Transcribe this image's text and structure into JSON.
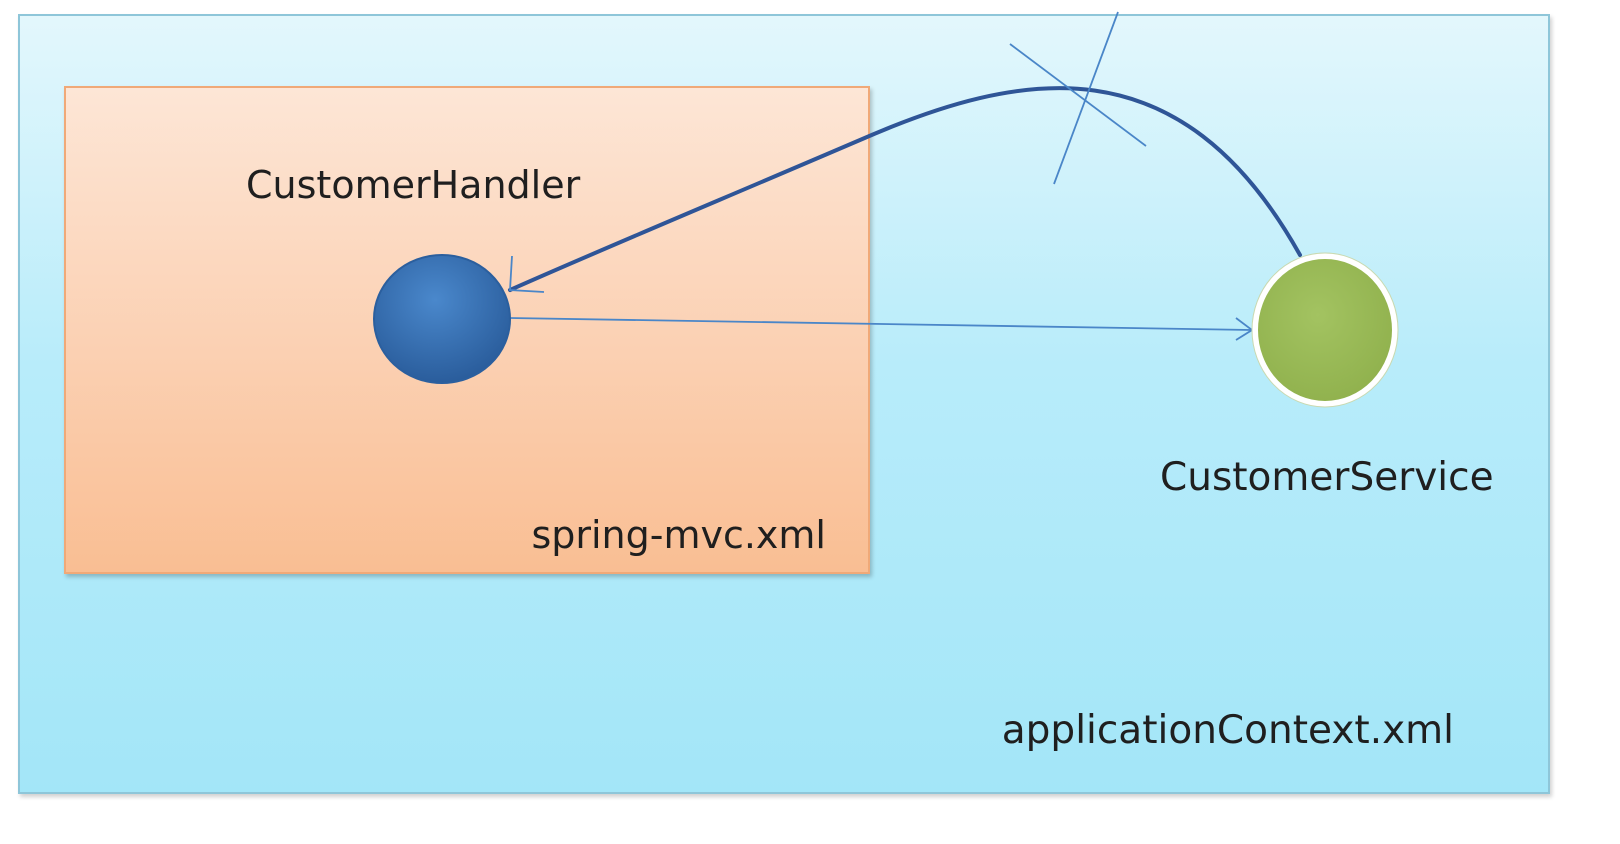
{
  "diagram": {
    "outer_container_label": "applicationContext.xml",
    "inner_container_label": "spring-mvc.xml",
    "nodes": {
      "handler": {
        "label": "CustomerHandler",
        "color": "#3a73b6"
      },
      "service": {
        "label": "CustomerService",
        "color": "#9bbb59"
      }
    },
    "colors": {
      "outer_fill": "#b8ecfa",
      "inner_fill": "#fbd0b2",
      "reference_line": "#2f5597",
      "arrow_line": "#4a86c8"
    }
  }
}
